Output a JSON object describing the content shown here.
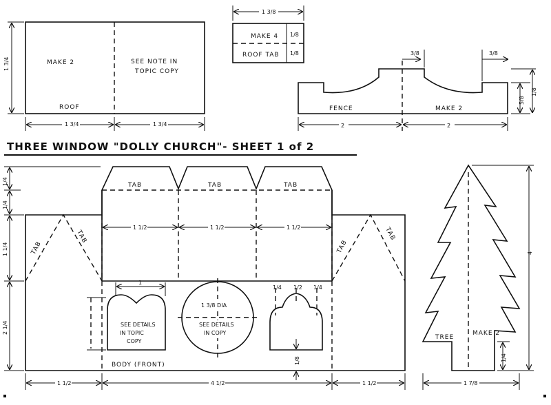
{
  "title": "THREE WINDOW \"DOLLY CHURCH\"- SHEET 1 of 2",
  "roof": {
    "make": "MAKE 2",
    "note": [
      "SEE NOTE IN",
      "TOPIC COPY"
    ],
    "label": "ROOF",
    "dim_left": "1 3/4",
    "dim_right": "1 3/4",
    "dim_height": "1 3/4"
  },
  "roof_tab": {
    "make": "MAKE 4",
    "label": "ROOF TAB",
    "size_a": "1/8",
    "size_b": "1/8",
    "dim_width": "1 3/8"
  },
  "fence": {
    "label": "FENCE",
    "make": "MAKE 2",
    "dim_left": "2",
    "dim_right": "2",
    "dim_top_left": "3/8",
    "dim_top_right": "3/8",
    "dim_height": "5/8",
    "dim_height_outer": "1/8"
  },
  "body": {
    "tabs": [
      "TAB",
      "TAB",
      "TAB",
      "TAB",
      "TAB",
      "TAB",
      "TAB"
    ],
    "panel_dims": [
      "1 1/2",
      "1 1/2",
      "1 1/2"
    ],
    "label": "BODY  (FRONT)",
    "dim_left": "1 1/2",
    "dim_center": "4 1/2",
    "dim_right": "1 1/2",
    "side_dims": [
      "1/4",
      "1/4",
      "1 1/4",
      "2 1/4"
    ],
    "window_left": {
      "note": [
        "SEE DETAILS",
        "IN TOPIC",
        "COPY"
      ],
      "dim_top": "1"
    },
    "round_window": {
      "dia": "1 3/8 DIA",
      "note": [
        "SEE DETAILS",
        "IN COPY"
      ]
    },
    "window_right": {
      "dims": [
        "1/4",
        "1/2",
        "1/4"
      ],
      "dim_bottom": "1/8"
    }
  },
  "tree": {
    "label": "TREE",
    "make": "MAKE 2",
    "dim_height": "4",
    "dim_width": "1 7/8",
    "dim_trunk": "1/4"
  }
}
